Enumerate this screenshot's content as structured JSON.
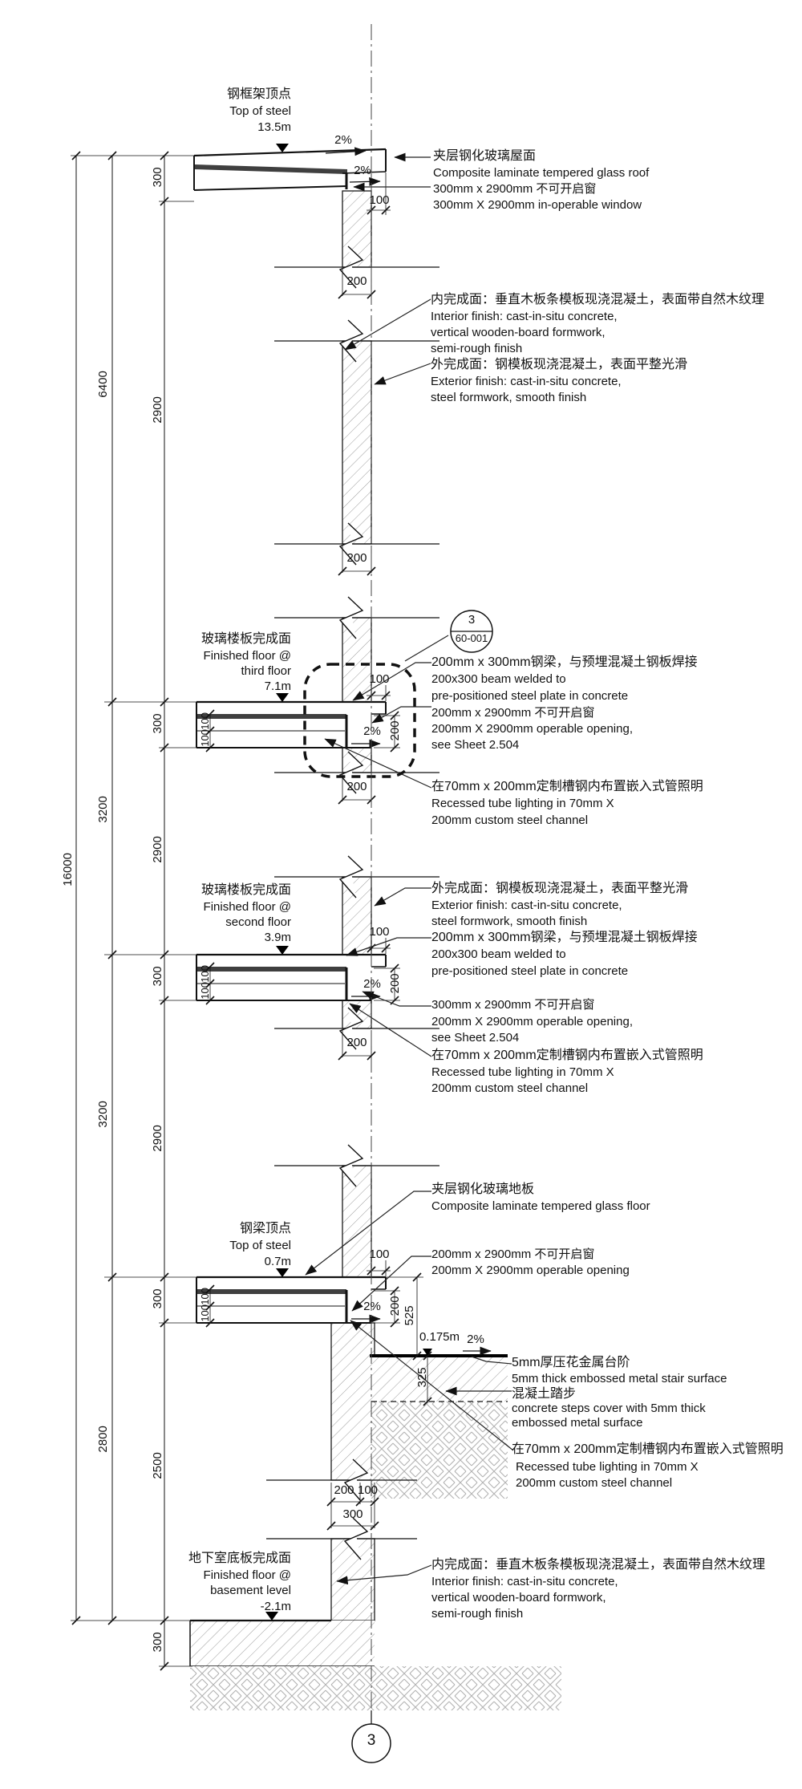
{
  "drawing": {
    "grid_bubble": "3",
    "detail_bubble": {
      "number": "3",
      "sheet": "60-001"
    },
    "slope": "2%",
    "levels": {
      "roof": {
        "zh": "钢框架顶点",
        "en": "Top of steel",
        "elevation": "13.5m"
      },
      "third": {
        "zh": "玻璃楼板完成面",
        "en1": "Finished floor @",
        "en2": "third floor",
        "elevation": "7.1m"
      },
      "second": {
        "zh": "玻璃楼板完成面",
        "en1": "Finished floor @",
        "en2": "second floor",
        "elevation": "3.9m"
      },
      "ground": {
        "zh": "钢梁顶点",
        "en": "Top of steel",
        "elevation": "0.7m"
      },
      "basement": {
        "zh": "地下室底板完成面",
        "en1": "Finished floor @",
        "en2": "basement level",
        "elevation": "-2.1m"
      },
      "grade": {
        "elevation": "0.175m"
      }
    },
    "notes": {
      "roof_glass": [
        "夹层钢化玻璃屋面",
        "Composite laminate tempered glass roof"
      ],
      "roof_window": [
        "300mm x 2900mm 不可开启窗",
        "300mm X 2900mm in-operable window"
      ],
      "interior_finish": [
        "内完成面：垂直木板条模板现浇混凝土，表面带自然木纹理",
        "Interior finish: cast-in-situ concrete,",
        "vertical wooden-board formwork,",
        "semi-rough finish"
      ],
      "exterior_finish": [
        "外完成面：钢模板现浇混凝土，表面平整光滑",
        "Exterior finish: cast-in-situ concrete,",
        "steel formwork, smooth finish"
      ],
      "beam": [
        "200mm x 300mm钢梁，与预埋混凝土钢板焊接",
        "200x300 beam welded to",
        "pre-positioned steel plate in concrete"
      ],
      "opening_200": [
        "200mm x 2900mm 不可开启窗",
        "200mm X 2900mm operable opening,",
        "see Sheet 2.504"
      ],
      "opening_300": [
        "300mm x 2900mm 不可开启窗",
        "200mm X 2900mm operable opening,",
        "see Sheet 2.504"
      ],
      "lighting": [
        "在70mm x 200mm定制槽钢内布置嵌入式管照明",
        "Recessed tube lighting in 70mm X",
        "200mm custom steel channel"
      ],
      "floor_glass": [
        "夹层钢化玻璃地板",
        "Composite laminate tempered glass floor"
      ],
      "ground_window": [
        "200mm x 2900mm 不可开启窗",
        "200mm X 2900mm operable opening"
      ],
      "stair_metal": [
        "5mm厚压花金属台阶",
        "5mm thick embossed metal stair surface"
      ],
      "stair_concrete": [
        "混凝土踏步",
        "concrete steps cover with 5mm thick",
        "embossed metal surface"
      ]
    },
    "dims": {
      "d16000": "16000",
      "d6400": "6400",
      "d3200": "3200",
      "d2800": "2800",
      "d2900": "2900",
      "d2500": "2500",
      "d300": "300",
      "d200": "200",
      "d100": "100",
      "d525": "525",
      "d325": "325"
    }
  }
}
